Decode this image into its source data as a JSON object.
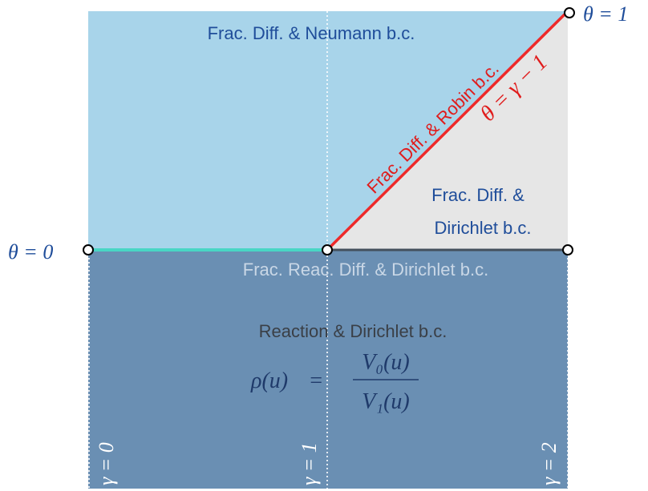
{
  "regions": {
    "neumann": "Frac. Diff. & Neumann b.c.",
    "dirichlet_line1": "Frac. Diff. &",
    "dirichlet_line2": "Dirichlet b.c.",
    "reac_diff": "Frac. Reac. Diff. & Dirichlet b.c.",
    "reaction": "Reaction & Dirichlet b.c.",
    "robin": "Frac. Diff. & Robin b.c."
  },
  "labels": {
    "theta_top": "θ = 1",
    "theta_left": "θ = 0",
    "diag": "θ = γ − 1",
    "gamma0": "γ = 0",
    "gamma1": "γ = 1",
    "gamma2": "γ = 2"
  },
  "formula": {
    "lhs": "ρ(u)",
    "eq": "=",
    "num": "V₀(u)",
    "den": "V₁(u)"
  },
  "colors": {
    "light_blue": "#a8d4ea",
    "dark_blue": "#6a8fb3",
    "gray": "#e6e6e6",
    "red": "#ee2a2a",
    "teal": "#49d6c4",
    "dark_line": "#44505c",
    "blue_text": "#1f4d9a",
    "red_text": "#e01c1c"
  }
}
